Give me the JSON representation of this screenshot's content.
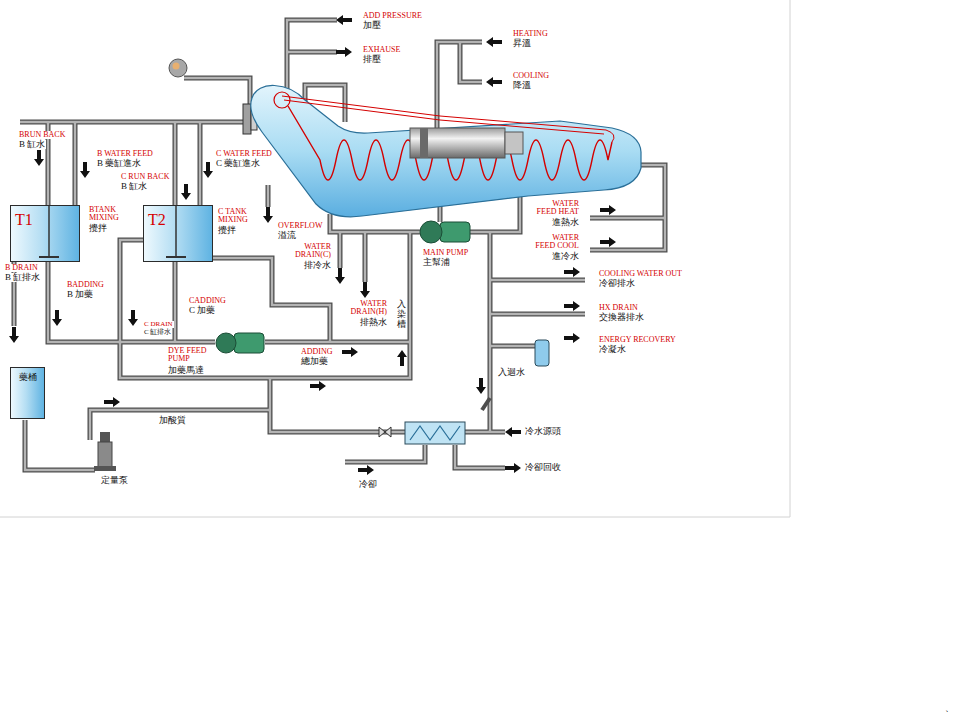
{
  "diagram": {
    "nodes": [
      {
        "text": [
          "T1"
        ]
      },
      {
        "text": [
          "T2"
        ]
      },
      {
        "text": [
          "藥桶"
        ]
      }
    ],
    "labels": [
      "ADD PRESSURE",
      "加壓",
      "EXHAUSE",
      "排壓",
      "HEATING",
      "昇溫",
      "COOLING",
      "降溫",
      "BRUN BACK",
      "B 缸水",
      "B WATER FEED",
      "B 藥缸進水",
      "C RUN BACK",
      "B 缸水",
      "C WATER FEED",
      "C 藥缸進水",
      "BTANK MIXING",
      "攪拌",
      "C TANK MIXING",
      "攪拌",
      "OVERFLOW",
      "溢流",
      "WATER DRAIN(C)",
      "排冷水",
      "WATER DRAIN(H)",
      "排熱水",
      "MAIN PUMP",
      "主幫浦",
      "WATER FEED HEAT",
      "進熱水",
      "WATER FEED COOL",
      "進冷水",
      "COOLING WATER OUT",
      "冷卻排水",
      "HX DRAIN",
      "交換器排水",
      "ENERGY RECOVERY",
      "冷凝水",
      "B DRAIN",
      "B 缸排水",
      "BADDING",
      "B 加藥",
      "CADDING",
      "C 加藥",
      "C DRAIN",
      "C 缸排水",
      "DYE FEED PUMP",
      "加藥馬達",
      "ADDING",
      "總加藥",
      "入染槽",
      "入迴水",
      "加酸質",
      "定量泵",
      "冷水源頭",
      "冷卻回收",
      "冷卻",
      "、"
    ]
  }
}
